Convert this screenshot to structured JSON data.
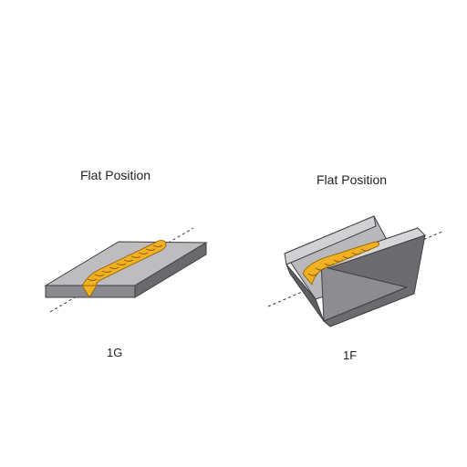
{
  "panels": [
    {
      "title": "Flat Position",
      "code": "1G",
      "joint": "groove"
    },
    {
      "title": "Flat Position",
      "code": "1F",
      "joint": "fillet"
    }
  ],
  "colors": {
    "plate_top": "#b9b9bb",
    "plate_side": "#7c7c80",
    "plate_dark": "#5f5f63",
    "plate_edge": "#3e3e42",
    "weld_fill": "#f0b020",
    "weld_shadow": "#c98a0f",
    "weld_ripple": "#8a5a0a",
    "axis_line": "#333333"
  }
}
